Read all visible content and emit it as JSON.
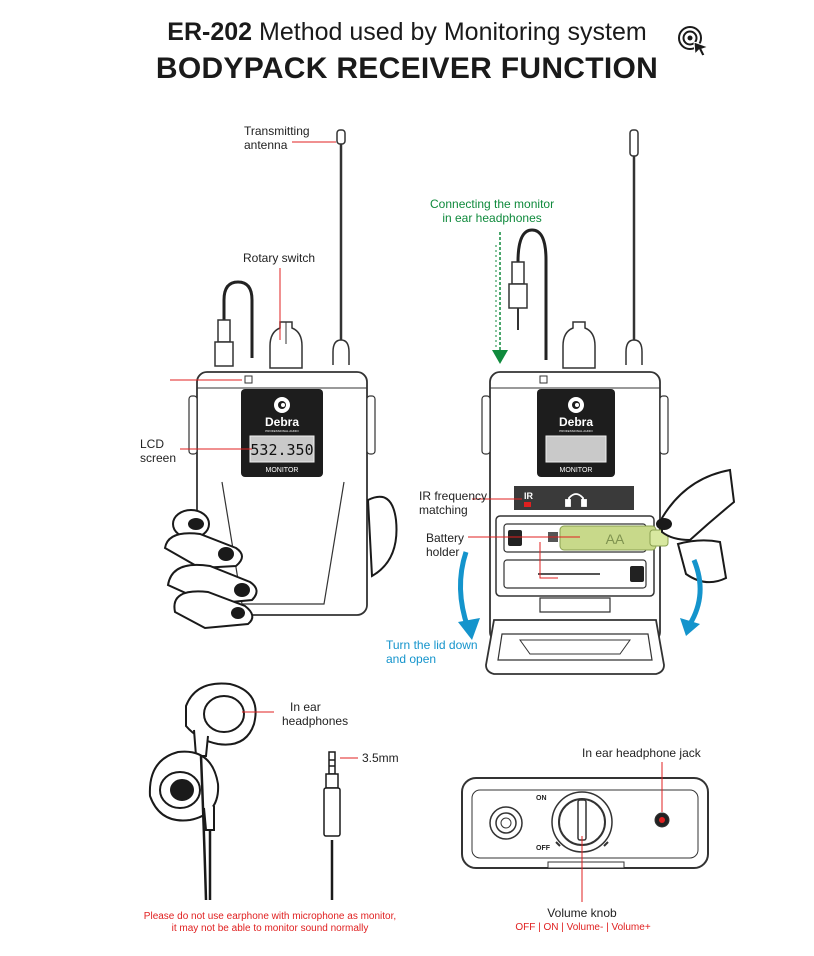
{
  "header": {
    "model": "ER-202",
    "subtitle": "Method used by Monitoring system",
    "title": "BODYPACK RECEIVER FUNCTION"
  },
  "labels": {
    "antenna": [
      "Transmitting",
      "antenna"
    ],
    "rotary": "Rotary switch",
    "lcd": [
      "LCD",
      "screen"
    ],
    "connecting": [
      "Connecting the monitor",
      "in ear headphones"
    ],
    "ir": [
      "IR frequency",
      "matching"
    ],
    "battery": [
      "Battery",
      "holder"
    ],
    "lid": [
      "Turn the lid down",
      "and open"
    ],
    "in_ear": [
      "In ear",
      "headphones"
    ],
    "plug": "3.5mm",
    "jack": "In ear headphone jack",
    "knob": "Volume knob",
    "knob_modes": "OFF | ON | Volume- | Volume+",
    "warning": [
      "Please do not use earphone with microphone as monitor,",
      "it may not be able to monitor sound normally"
    ]
  },
  "device": {
    "brand": "Debra",
    "brand_sub": "PROFESSIONAL AUDIO",
    "lcd_reading": "532.350",
    "monitor_label": "MONITOR",
    "ir_label": "IR",
    "battery_text": "AA",
    "knob_on": "ON",
    "knob_off": "OFF"
  },
  "colors": {
    "leader_line": "#e02020",
    "connect_arrow": "#0f8a3c",
    "lid_arrow": "#1494cc",
    "battery": "#c8d98a"
  }
}
